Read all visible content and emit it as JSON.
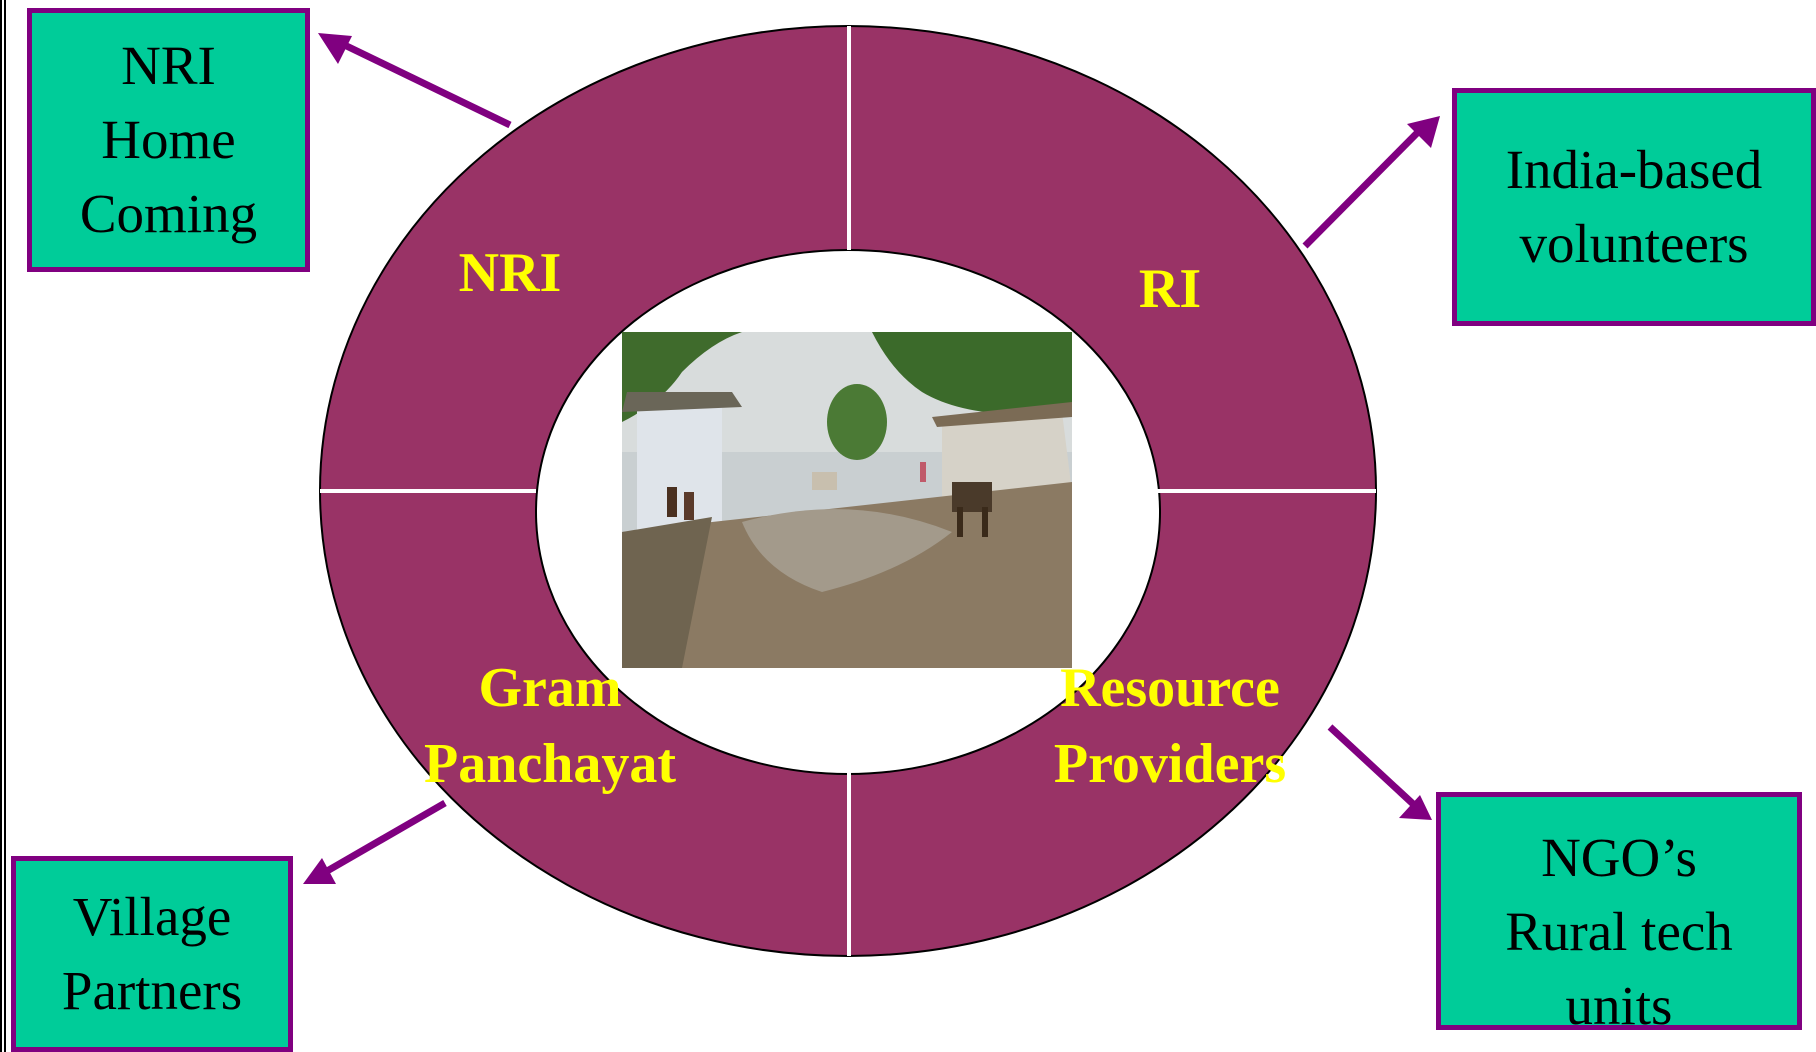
{
  "colors": {
    "ring": "#993366",
    "ring_outline": "#000000",
    "divider": "#ffffff",
    "box_fill": "#00cc99",
    "box_border": "#800080",
    "arrow": "#800080",
    "label": "#ffff00"
  },
  "ring": {
    "segments": [
      {
        "key": "nri",
        "lines": [
          "NRI"
        ]
      },
      {
        "key": "ri",
        "lines": [
          "RI"
        ]
      },
      {
        "key": "gram",
        "lines": [
          "Gram",
          "Panchayat"
        ]
      },
      {
        "key": "resource",
        "lines": [
          "Resource",
          "Providers"
        ]
      }
    ]
  },
  "boxes": {
    "nri_home": {
      "lines": [
        "NRI",
        "Home",
        "Coming"
      ]
    },
    "india_volunteers": {
      "lines": [
        "India-based",
        "volunteers"
      ]
    },
    "village_partners": {
      "lines": [
        "Village",
        "Partners"
      ]
    },
    "ngo_units": {
      "lines": [
        "NGO’s",
        "Rural tech",
        "units"
      ]
    }
  },
  "center_image": {
    "icon": "village-road-photo"
  }
}
